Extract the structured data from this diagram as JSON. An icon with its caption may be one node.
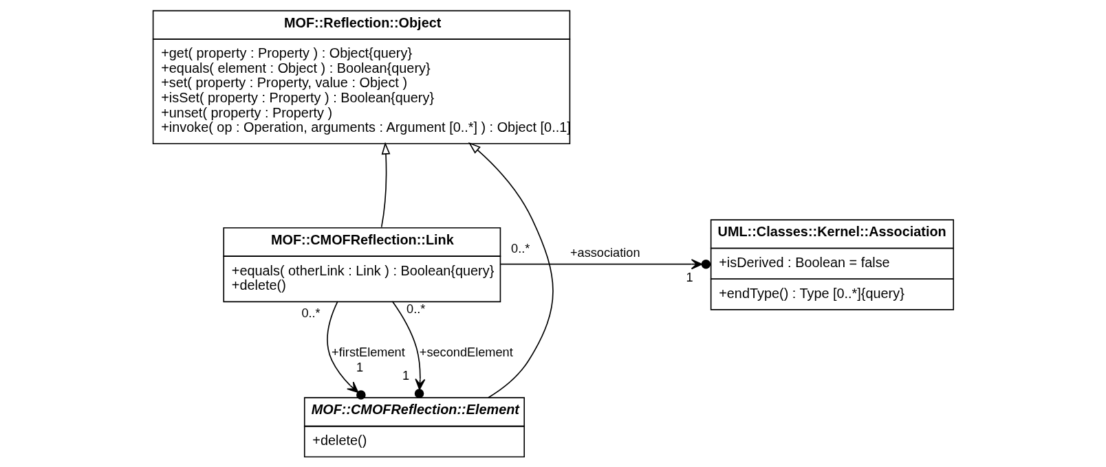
{
  "diagram": {
    "nodes": [
      {
        "text": [
          "MOF::Reflection::Object",
          "+get( property : Property ) : Object{query}",
          "+equals( element : Object ) : Boolean{query}",
          "+set( property : Property, value : Object )",
          "+isSet( property : Property ) : Boolean{query}",
          "+unset( property : Property )",
          "+invoke( op : Operation, arguments : Argument [0..*] ) : Object [0..1]"
        ]
      },
      {
        "text": [
          "MOF::CMOFReflection::Link",
          "+equals( otherLink : Link ) : Boolean{query}",
          "+delete()"
        ]
      },
      {
        "text": [
          "UML::Classes::Kernel::Association",
          "+isDerived : Boolean = false",
          "+endType() : Type [0..*]{query}"
        ]
      },
      {
        "text": [
          "MOF::CMOFReflection::Element",
          "+delete()"
        ]
      }
    ],
    "edges": [
      {
        "from": 3,
        "to": 0,
        "arrow": "to"
      },
      {
        "from": 1,
        "to": 0,
        "arrow": "to"
      },
      {
        "from": 1,
        "to": 2,
        "arrow": "to",
        "label": "+association"
      },
      {
        "from": 1,
        "to": 3,
        "arrow": "to",
        "label": "+firstElement"
      },
      {
        "from": 1,
        "to": 3,
        "arrow": "to",
        "label": "+secondElement"
      }
    ],
    "labels": [
      "0..*",
      "1",
      "0..*",
      "1",
      "0..*",
      "1"
    ]
  }
}
